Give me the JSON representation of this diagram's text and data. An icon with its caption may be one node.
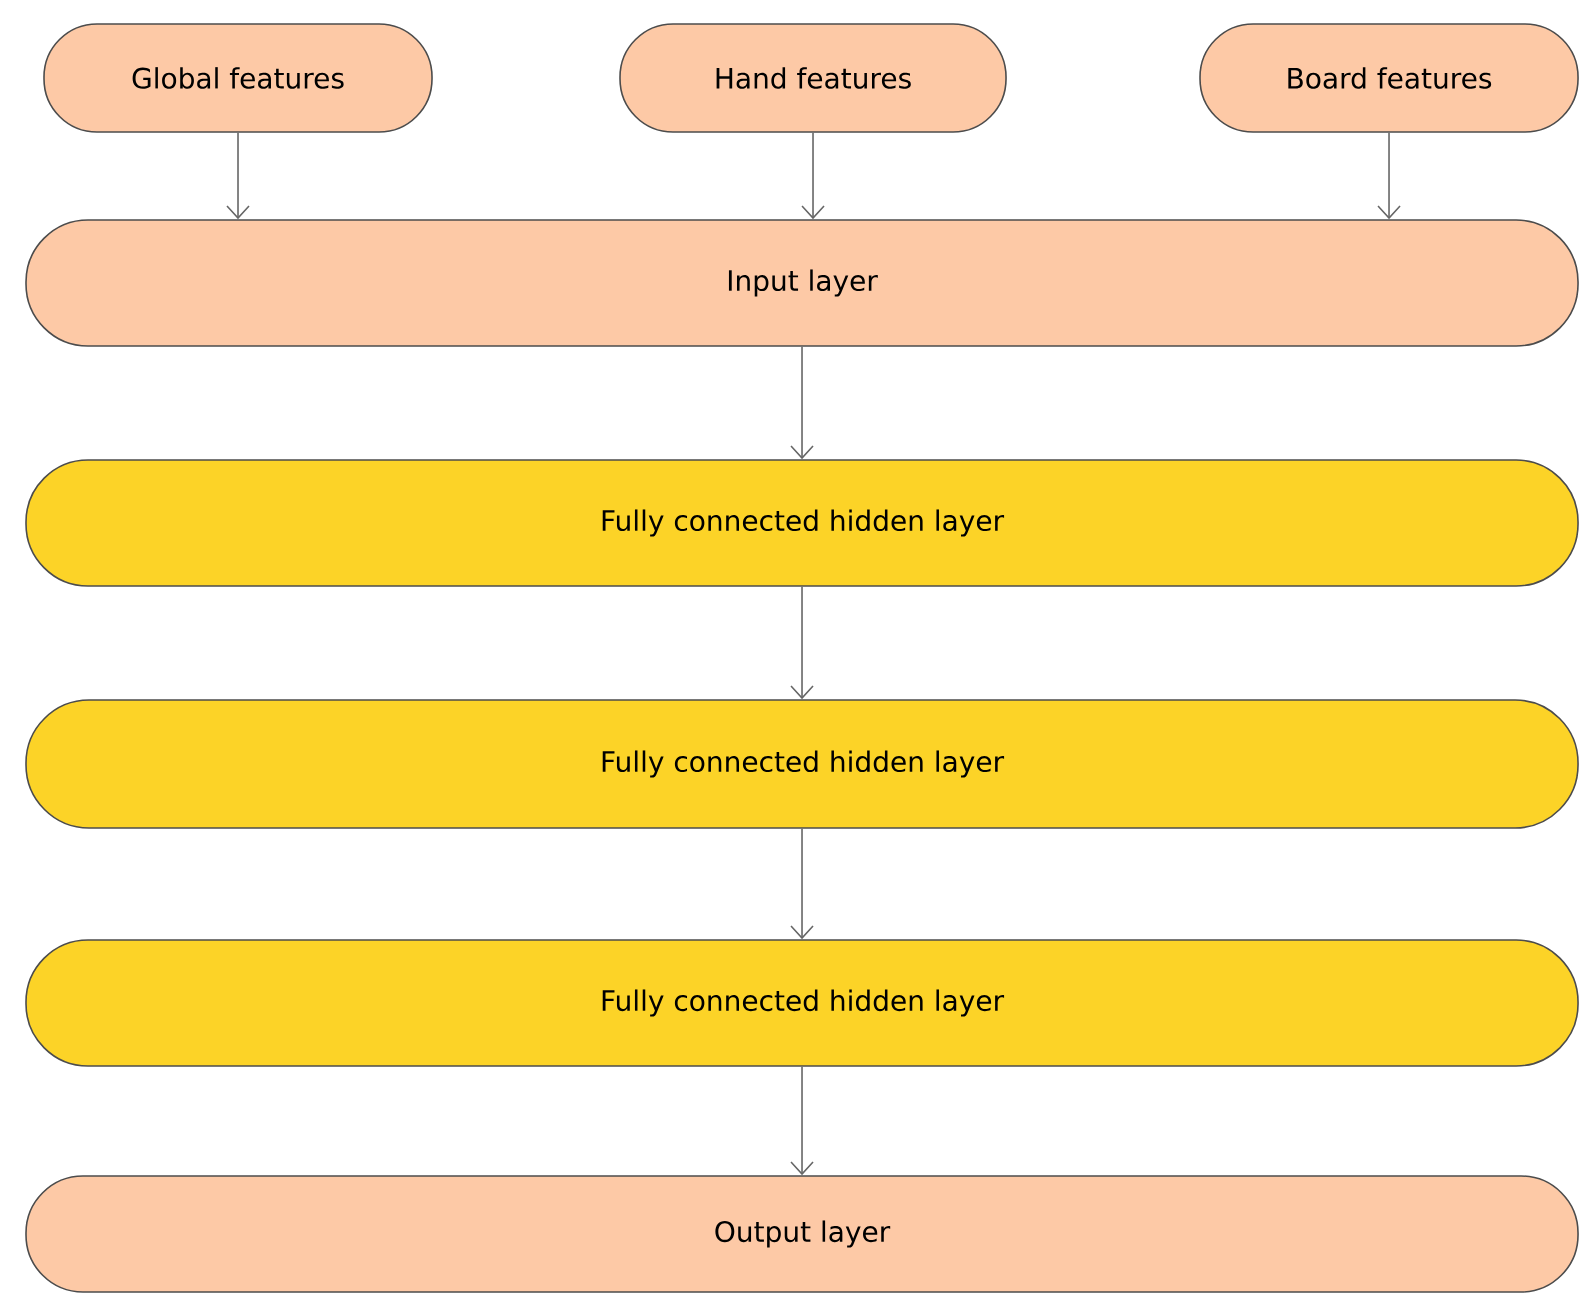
{
  "diagram": {
    "nodes": [
      {
        "text": [
          "Global features"
        ]
      },
      {
        "text": [
          "Hand features"
        ]
      },
      {
        "text": [
          "Board features"
        ]
      },
      {
        "text": [
          "Input layer"
        ]
      },
      {
        "text": [
          "Fully connected hidden layer"
        ]
      },
      {
        "text": [
          "Fully connected hidden layer"
        ]
      },
      {
        "text": [
          "Fully connected hidden layer"
        ]
      },
      {
        "text": [
          "Output layer"
        ]
      }
    ],
    "edges": [
      {
        "from": 0,
        "to": 3,
        "arrow": "to"
      },
      {
        "from": 1,
        "to": 3,
        "arrow": "to"
      },
      {
        "from": 2,
        "to": 3,
        "arrow": "to"
      },
      {
        "from": 3,
        "to": 4,
        "arrow": "to"
      },
      {
        "from": 4,
        "to": 5,
        "arrow": "to"
      },
      {
        "from": 5,
        "to": 6,
        "arrow": "to"
      },
      {
        "from": 6,
        "to": 7,
        "arrow": "to"
      }
    ]
  }
}
